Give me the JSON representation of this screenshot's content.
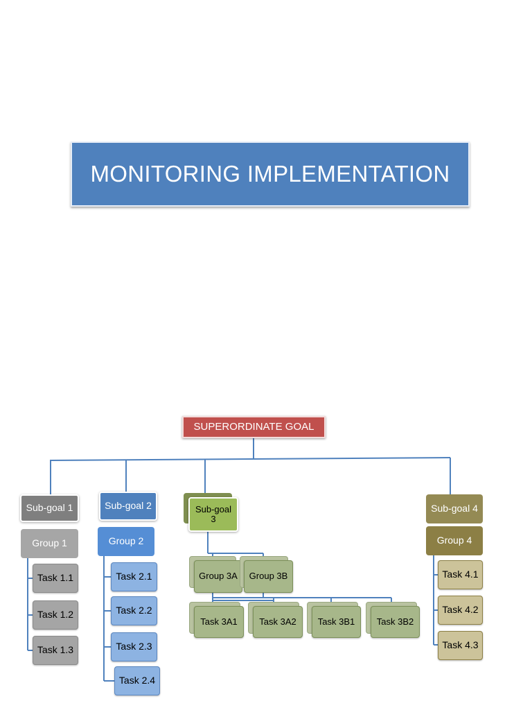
{
  "title": "MONITORING IMPLEMENTATION",
  "chart": {
    "root": "SUPERORDINATE GOAL",
    "branch1": {
      "subgoal": "Sub-goal 1",
      "group": "Group 1",
      "tasks": [
        "Task 1.1",
        "Task 1.2",
        "Task 1.3"
      ]
    },
    "branch2": {
      "subgoal": "Sub-goal 2",
      "group": "Group 2",
      "tasks": [
        "Task 2.1",
        "Task 2.2",
        "Task 2.3",
        "Task 2.4"
      ]
    },
    "branch3": {
      "subgoal_line1": "Sub-goal",
      "subgoal_line2": "3",
      "groups": [
        "Group 3A",
        "Group 3B"
      ],
      "tasks": [
        "Task 3A1",
        "Task 3A2",
        "Task 3B1",
        "Task 3B2"
      ]
    },
    "branch4": {
      "subgoal": "Sub-goal 4",
      "group": "Group 4",
      "tasks": [
        "Task 4.1",
        "Task 4.2",
        "Task 4.3"
      ]
    }
  },
  "colors": {
    "title_bg": "#4f81bd",
    "root_bg": "#c0504d",
    "connector": "#4f81bd",
    "branch1": "#7f7f7f",
    "branch2": "#4f81bd",
    "branch3": "#9bbb59",
    "branch4": "#948a54"
  }
}
